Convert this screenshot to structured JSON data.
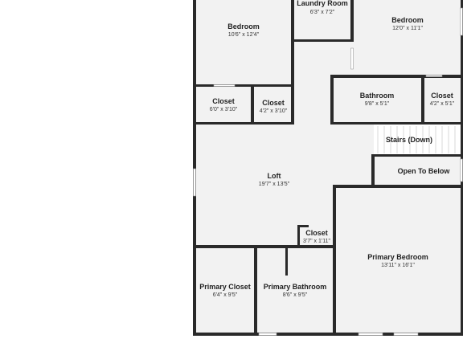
{
  "floorplan": {
    "rooms": [
      {
        "name": "Laundry Room",
        "dims": "6'3\" x 7'2\""
      },
      {
        "name": "Bedroom",
        "dims": "10'6\" x 12'4\""
      },
      {
        "name": "Bedroom",
        "dims": "12'0\" x 11'1\""
      },
      {
        "name": "Bathroom",
        "dims": "9'8\" x 5'1\""
      },
      {
        "name": "Closet",
        "dims": "4'2\" x 5'1\""
      },
      {
        "name": "Closet",
        "dims": "6'0\" x 3'10\""
      },
      {
        "name": "Closet",
        "dims": "4'2\" x 3'10\""
      },
      {
        "name": "Stairs (Down)",
        "dims": ""
      },
      {
        "name": "Open To Below",
        "dims": ""
      },
      {
        "name": "Loft",
        "dims": "19'7\" x 13'5\""
      },
      {
        "name": "Closet",
        "dims": "3'7\" x 1'11\""
      },
      {
        "name": "Primary Bedroom",
        "dims": "13'11\" x 16'1\""
      },
      {
        "name": "Primary Closet",
        "dims": "6'4\" x 9'5\""
      },
      {
        "name": "Primary Bathroom",
        "dims": "8'6\" x 9'5\""
      }
    ]
  }
}
